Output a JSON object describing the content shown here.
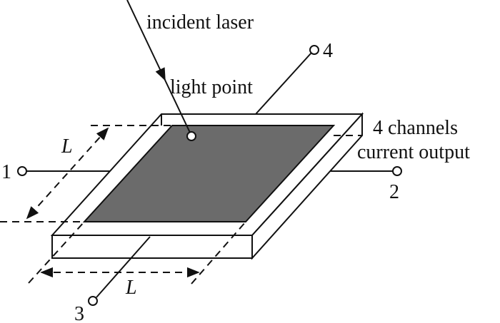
{
  "labels": {
    "incident_laser": "incident laser",
    "light_point": "light point",
    "channels_line1": "4 channels",
    "channels_line2": "current output",
    "dimension_side": "L",
    "dimension_bottom": "L"
  },
  "terminals": [
    "1",
    "2",
    "3",
    "4"
  ],
  "colors": {
    "sensor_area": "#6b6b6b",
    "line": "#111111",
    "background": "#ffffff"
  }
}
